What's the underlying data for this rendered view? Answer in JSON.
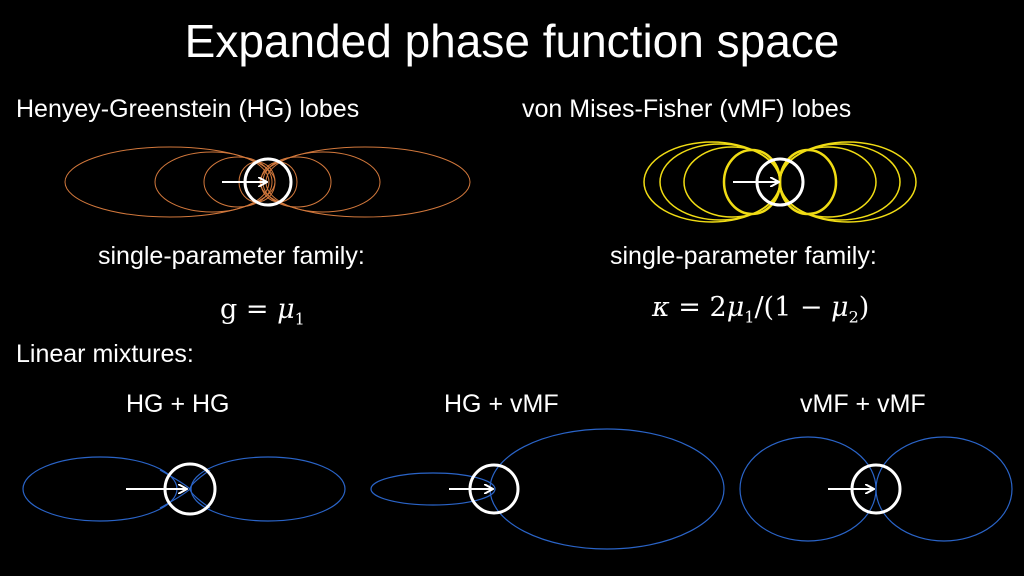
{
  "title": "Expanded phase function space",
  "hg_heading": "Henyey-Greenstein (HG) lobes",
  "vmf_heading": "von Mises-Fisher (vMF) lobes",
  "hg_family_label": "single-parameter family:",
  "vmf_family_label": "single-parameter family:",
  "hg_formula": {
    "lhs": "g",
    "op": " = ",
    "var": "μ",
    "sub": "1"
  },
  "vmf_formula": {
    "lhs": "κ",
    "op": " = 2",
    "var1": "μ",
    "sub1": "1",
    "mid": "/(1 − ",
    "var2": "μ",
    "sub2": "2",
    "end": ")"
  },
  "mixtures_label": "Linear mixtures:",
  "mixtures": [
    "HG + HG",
    "HG + vMF",
    "vMF + vMF"
  ],
  "colors": {
    "background": "#000000",
    "text": "#ffffff",
    "hg_lobe": "#d2783c",
    "vmf_lobe": "#f0dc14",
    "mixture_lobe": "#2a64c8"
  }
}
